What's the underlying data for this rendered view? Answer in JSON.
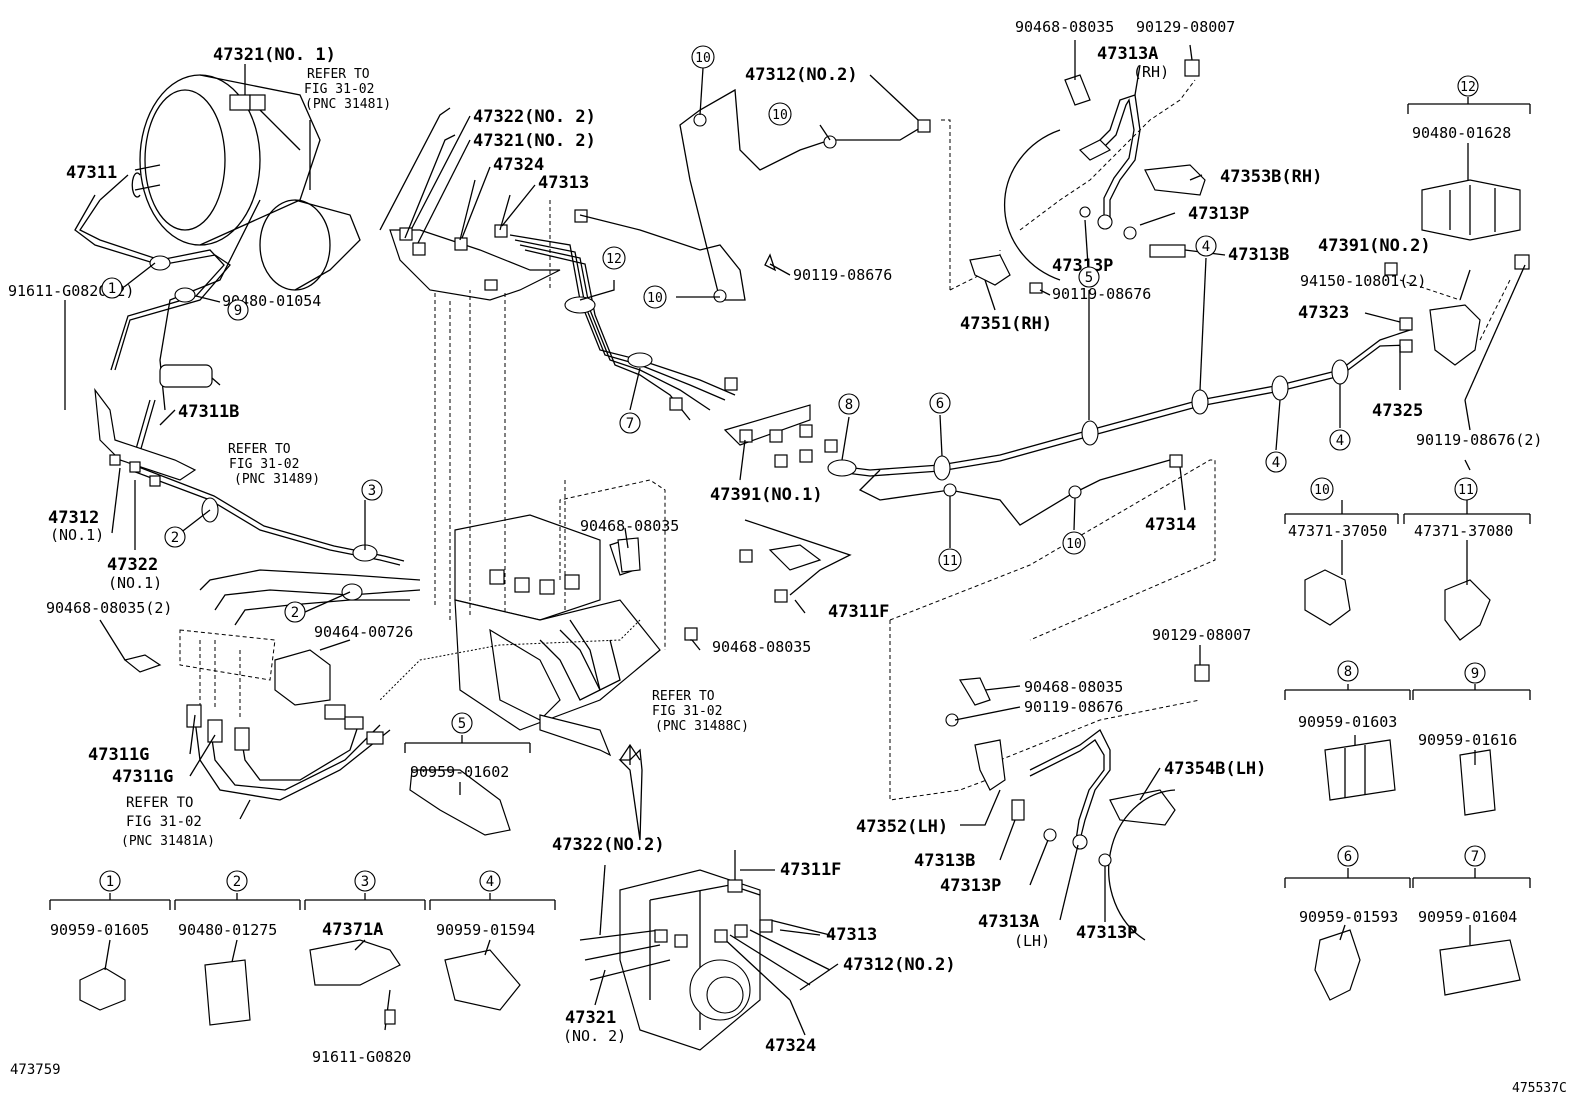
{
  "labels": {
    "p47321_no1": "47321(NO. 1)",
    "refer_3102_31481_a": "REFER TO",
    "refer_3102_31481_b": "FIG 31-02",
    "refer_3102_31481_c": "(PNC 31481)",
    "p47311": "47311",
    "p91611_g0820_2": "91611-G0820(2)",
    "p90480_01054": "90480-01054",
    "p47311b": "47311B",
    "refer_3102_31489_a": "REFER TO",
    "refer_3102_31489_b": "FIG 31-02",
    "refer_3102_31489_c": "(PNC 31489)",
    "p47312_no1_a": "47312",
    "p47312_no1_b": "(NO.1)",
    "p47322_no1_a": "47322",
    "p47322_no1_b": "(NO.1)",
    "p90468_08035_2": "90468-08035(2)",
    "p90464_00726": "90464-00726",
    "p47311g_1": "47311G",
    "p47311g_2": "47311G",
    "refer_3102_31481a_a": "REFER TO",
    "refer_3102_31481a_b": "FIG 31-02",
    "refer_3102_31481a_c": "(PNC 31481A)",
    "p47322_no2_top": "47322(NO. 2)",
    "p47321_no2_top": "47321(NO. 2)",
    "p47324_top": "47324",
    "p47313_top": "47313",
    "p47312_no2_top": "47312(NO.2)",
    "p90119_08676_mid": "90119-08676",
    "p47391_no1": "47391(NO.1)",
    "p90468_08035_mid1": "90468-08035",
    "p90468_08035_mid2": "90468-08035",
    "p47311f_mid": "47311F",
    "refer_3102_31488c_a": "REFER TO",
    "refer_3102_31488c_b": "FIG 31-02",
    "refer_3102_31488c_c": "(PNC 31488C)",
    "p47314": "47314",
    "p90468_08035_rh": "90468-08035",
    "p90129_08007_rh": "90129-08007",
    "p47313a_rh_a": "47313A",
    "p47313a_rh_b": "(RH)",
    "p47353b_rh": "47353B(RH)",
    "p47313p_rh1": "47313P",
    "p47313b_rh": "47313B",
    "p47313p_rh2": "47313P",
    "p90119_08676_rh": "90119-08676",
    "p47351_rh": "47351(RH)",
    "p90480_01628": "90480-01628",
    "p47391_no2": "47391(NO.2)",
    "p94150_10801_2": "94150-10801(2)",
    "p47323": "47323",
    "p47325": "47325",
    "p90119_08676_2": "90119-08676(2)",
    "p90129_08007_lh": "90129-08007",
    "p90468_08035_lh": "90468-08035",
    "p90119_08676_lh": "90119-08676",
    "p47354b_lh": "47354B(LH)",
    "p47352_lh": "47352(LH)",
    "p47313b_lh": "47313B",
    "p47313p_lh1": "47313P",
    "p47313a_lh_a": "47313A",
    "p47313a_lh_b": "(LH)",
    "p47313p_lh2": "47313P",
    "p47322_no2_bot": "47322(NO.2)",
    "p47311f_bot": "47311F",
    "p47313_bot": "47313",
    "p47312_no2_bot": "47312(NO.2)",
    "p47321_no2_bot_a": "47321",
    "p47321_no2_bot_b": "(NO. 2)",
    "p47324_bot": "47324",
    "code_left": "473759",
    "code_right": "475537C"
  },
  "callout_marks": {
    "c1": "1",
    "c2": "2",
    "c3": "3",
    "c4": "4",
    "c5": "5",
    "c6": "6",
    "c7": "7",
    "c8": "8",
    "c9": "9",
    "c10": "10",
    "c11": "11",
    "c12": "12"
  },
  "legend": [
    {
      "key": "1",
      "part": "90959-01605"
    },
    {
      "key": "2",
      "part": "90480-01275"
    },
    {
      "key": "3",
      "part": "47371A",
      "sub": "91611-G0820"
    },
    {
      "key": "4",
      "part": "90959-01594"
    },
    {
      "key": "5",
      "part": "90959-01602"
    },
    {
      "key": "6",
      "part": "90959-01593"
    },
    {
      "key": "7",
      "part": "90959-01604"
    },
    {
      "key": "8",
      "part": "90959-01603"
    },
    {
      "key": "9",
      "part": "90959-01616"
    },
    {
      "key": "10",
      "part": "47371-37050"
    },
    {
      "key": "11",
      "part": "47371-37080"
    },
    {
      "key": "12",
      "part": "90480-01628"
    }
  ]
}
